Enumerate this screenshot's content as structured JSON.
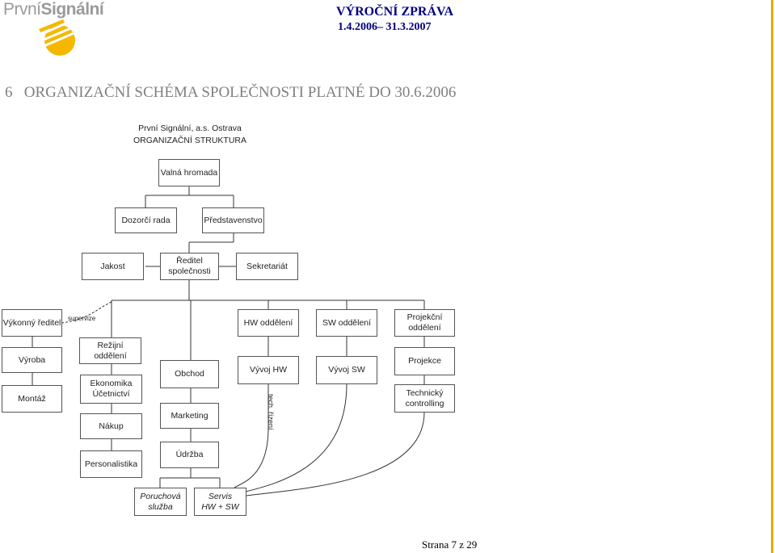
{
  "header": {
    "brand_light": "První",
    "brand_bold": "Signální",
    "report_title": "VÝROČNÍ ZPRÁVA",
    "report_period": "1.4.2006– 31.3.2007"
  },
  "section_heading": "6   ORGANIZAČNÍ SCHÉMA SPOLEČNOSTI PLATNÉ DO 30.6.2006",
  "chart": {
    "company": "První Signální, a.s. Ostrava",
    "subtitle": "ORGANIZAČNÍ STRUKTURA",
    "valna_hromada": "Valná hromada",
    "dozorci_rada": "Dozorčí rada",
    "predstavenstvo": "Představenstvo",
    "jakost": "Jakost",
    "reditel_l1": "Ředitel",
    "reditel_l2": "společnosti",
    "sekretariat": "Sekretariát",
    "vykonny_reditel": "Výkonný ředitel",
    "supervize": "supervize",
    "hw_oddeleni": "HW oddělení",
    "sw_oddeleni": "SW oddělení",
    "projekcni_l1": "Projekční",
    "projekcni_l2": "oddělení",
    "vyroba": "Výroba",
    "montaz": "Montáž",
    "rezijni": "Režijní oddělení",
    "ekonomika": "Ekonomika",
    "ucetnictvi": "Účetnictví",
    "nakup": "Nákup",
    "personalistika": "Personalistika",
    "obchod": "Obchod",
    "marketing": "Marketing",
    "udrzba": "Údržba",
    "vyvoj_hw": "Vývoj HW",
    "tech_rizeni": "tech. řízení",
    "vyvoj_sw": "Vývoj SW",
    "projekce": "Projekce",
    "technicky_l1": "Technický",
    "technicky_l2": "controlling",
    "poruchova_l1": "Poruchová",
    "poruchova_l2": "služba",
    "servis_l1": "Servis",
    "servis_l2": "HW + SW"
  },
  "footer": {
    "page": "Strana 7 z 29"
  },
  "colors": {
    "accent": "#d9b300",
    "logo_yellow": "#f5b800",
    "title_navy": "#000080",
    "heading_gray": "#808080"
  }
}
